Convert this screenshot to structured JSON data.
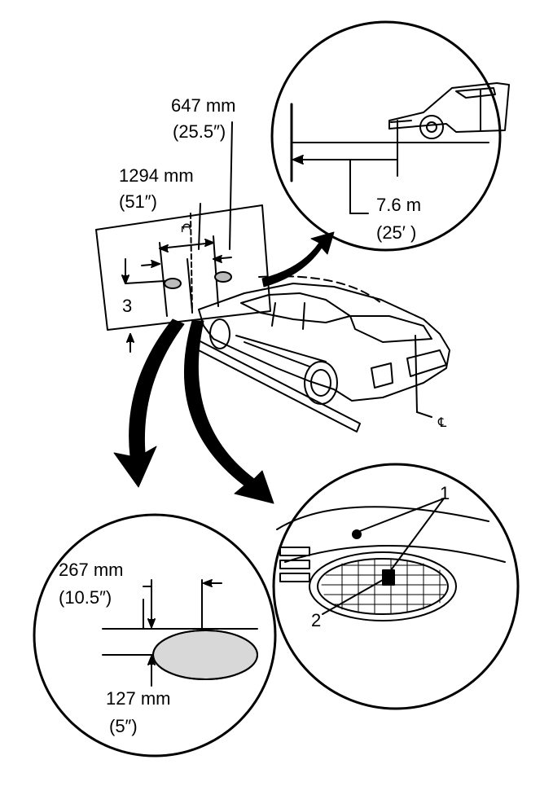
{
  "labels": {
    "top_width_mm": "647 mm",
    "top_width_in": "(25.5″)",
    "mid_width_mm": "1294 mm",
    "mid_width_in": "(51″)",
    "callout_3": "3",
    "distance_m": "7.6 m",
    "distance_ft": "(25′ )",
    "beam_top_mm": "267 mm",
    "beam_top_in": "(10.5″)",
    "beam_bottom_mm": "127 mm",
    "beam_bottom_in": "(5″)",
    "callout_1": "1",
    "callout_2": "2",
    "centerline_screen": "℄",
    "centerline_car": "℄"
  }
}
